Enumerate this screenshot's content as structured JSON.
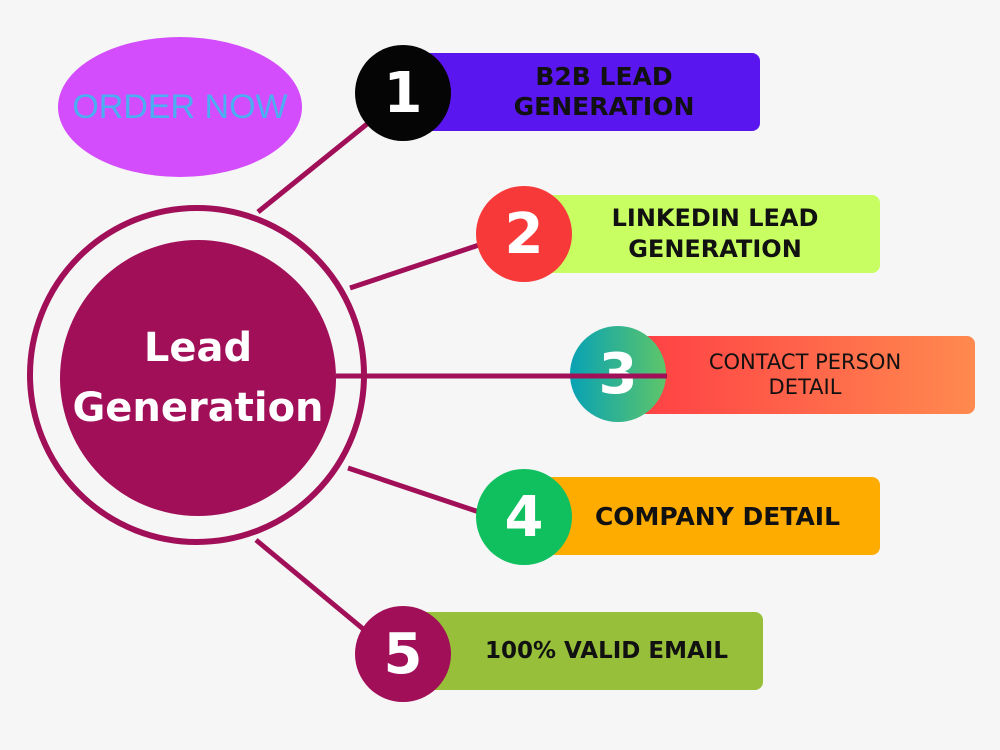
{
  "order_button": {
    "label": "ORDER NOW",
    "color": "#d44dfc",
    "text_color": "#4aaef0"
  },
  "center": {
    "line1": "Lead",
    "line2": "Generation",
    "color": "#a00f58"
  },
  "items": [
    {
      "number": "1",
      "label": "B2B LEAD\nGENERATION",
      "badge_color": "#050505",
      "bar_color": "#5a16ee"
    },
    {
      "number": "2",
      "label": "LINKEDIN LEAD\nGENERATION",
      "badge_color": "#f7393a",
      "bar_color": "#c8fe61"
    },
    {
      "number": "3",
      "label": "CONTACT PERSON\nDETAIL",
      "badge_color": "#08a2b4",
      "bar_color": "#ff3b44"
    },
    {
      "number": "4",
      "label": "COMPANY DETAIL",
      "badge_color": "#10c05e",
      "bar_color": "#ffac00"
    },
    {
      "number": "5",
      "label": "100% VALID EMAIL",
      "badge_color": "#a00f58",
      "bar_color": "#97bf3a"
    }
  ],
  "connector_color": "#a00f58"
}
